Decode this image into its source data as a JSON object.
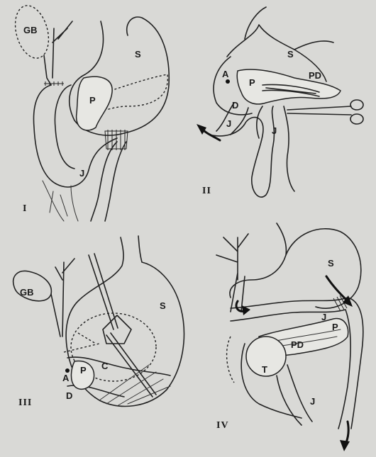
{
  "figure": {
    "panels": [
      {
        "numeral": "I",
        "labels": {
          "gallbladder": "GB",
          "stomach": "S",
          "pancreas": "P",
          "jejunum": "J"
        }
      },
      {
        "numeral": "II",
        "labels": {
          "stomach": "S",
          "ampulla": "A",
          "pancreas": "P",
          "pancreatic_duct": "PD",
          "duodenum": "D",
          "jejunum_proximal": "J",
          "jejunum_distal": "J"
        }
      },
      {
        "numeral": "III",
        "labels": {
          "gallbladder": "GB",
          "stomach": "S",
          "colon": "C",
          "ampulla": "A",
          "pancreas": "P",
          "duodenum": "D"
        }
      },
      {
        "numeral": "IV",
        "labels": {
          "stomach": "S",
          "jejunum_upper": "J",
          "pancreas": "P",
          "pancreatic_duct": "PD",
          "tumor": "T",
          "jejunum_lower": "J"
        }
      }
    ]
  }
}
